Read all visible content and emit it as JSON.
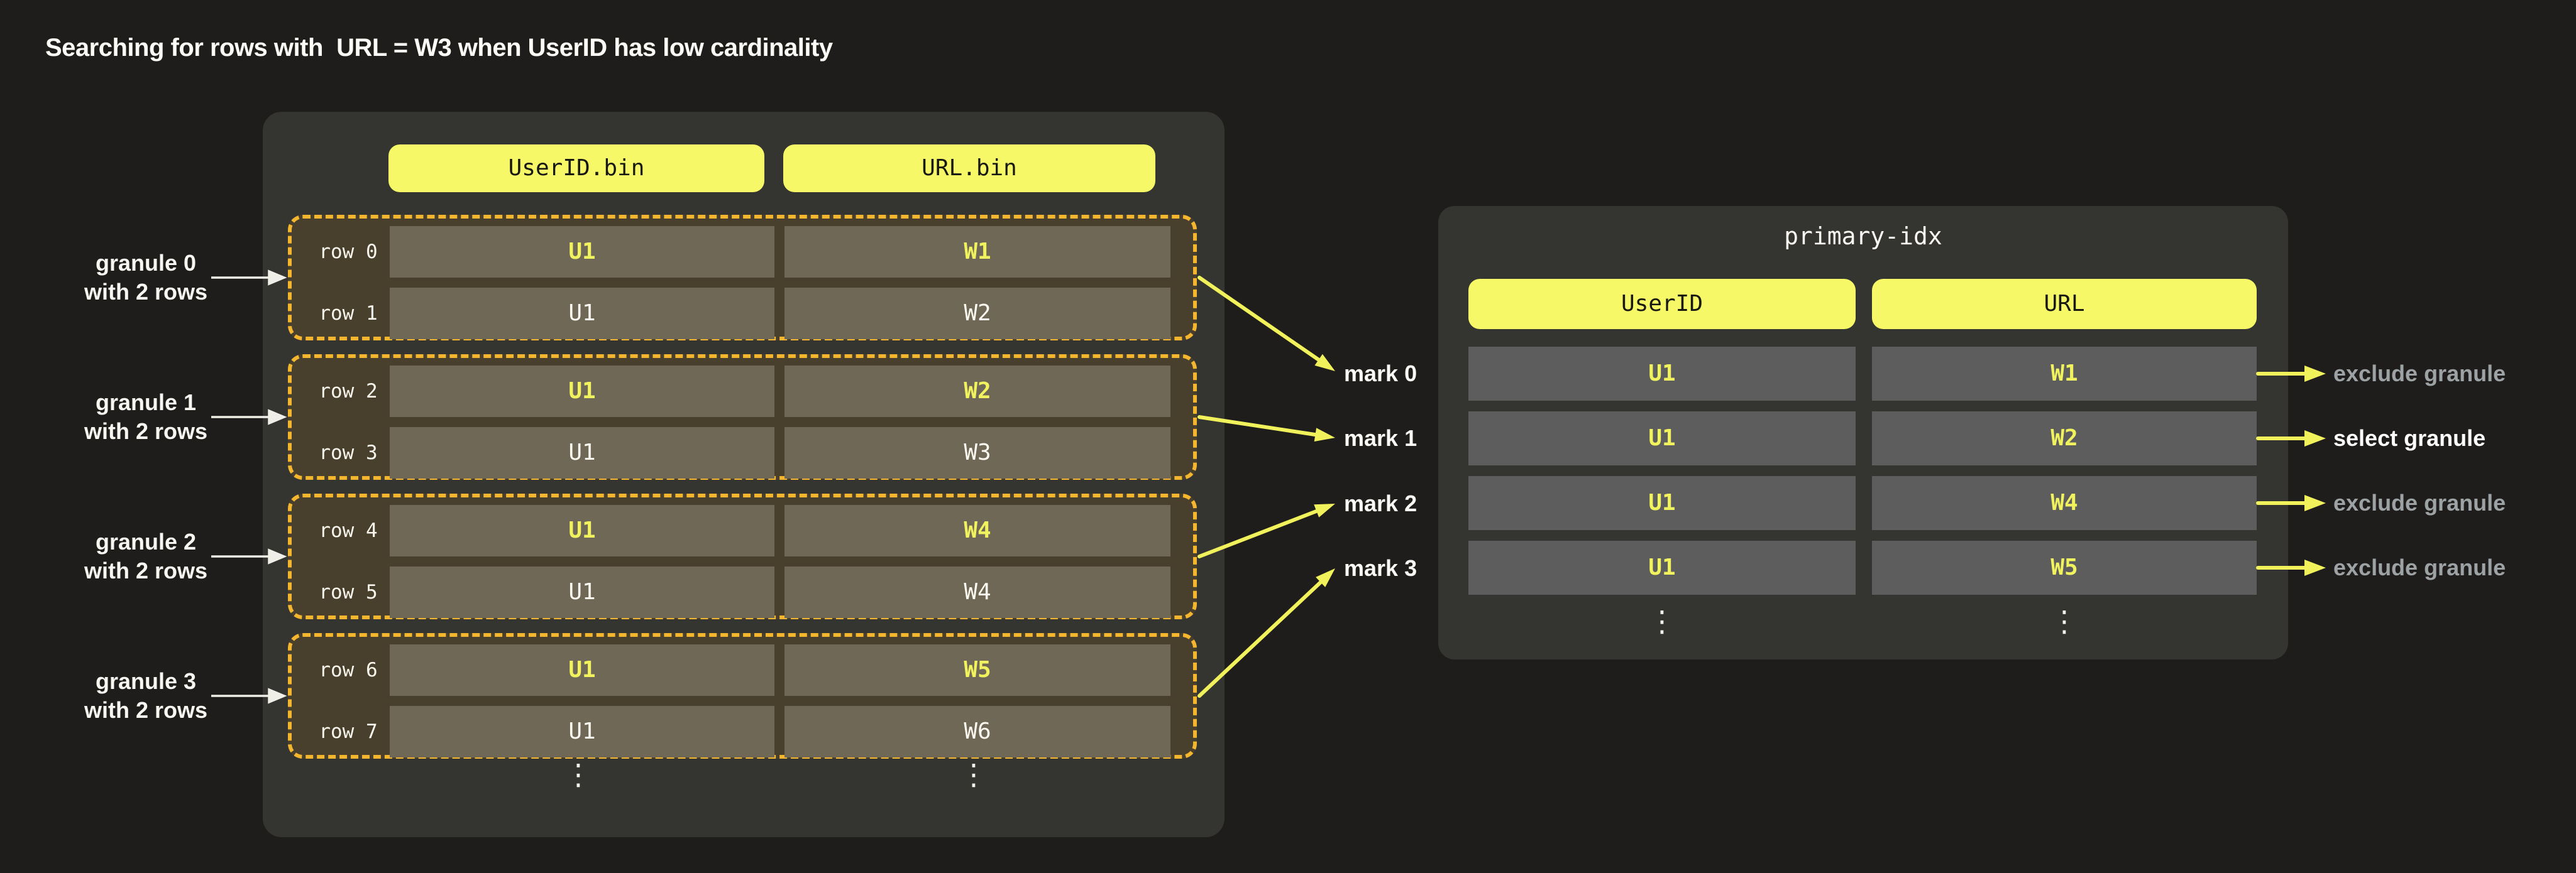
{
  "page": {
    "title": "Searching for rows with  URL = W3 when UserID has low cardinality"
  },
  "colors": {
    "background": "#1e1d1b",
    "panel": "#343431",
    "pill_yellow": "#f6f868",
    "granule_dash_orange": "#f4b52f",
    "granule_fill": "#483f2c",
    "left_cell_fill": "#6f6857",
    "index_cell_fill": "#5d5d5d",
    "highlight_yellow": "#f0f25e",
    "arrow_yellow": "#f1f25b",
    "muted_label_gray": "#9da2a5",
    "text_white": "#fcfbf6"
  },
  "left_table": {
    "columns": [
      "UserID.bin",
      "URL.bin"
    ],
    "granules": [
      {
        "label_line1": "granule 0",
        "label_line2": "with 2 rows",
        "rows": [
          {
            "name": "row 0",
            "user_id": "U1",
            "url": "W1",
            "highlight": true
          },
          {
            "name": "row 1",
            "user_id": "U1",
            "url": "W2",
            "highlight": false
          }
        ]
      },
      {
        "label_line1": "granule 1",
        "label_line2": "with 2 rows",
        "rows": [
          {
            "name": "row 2",
            "user_id": "U1",
            "url": "W2",
            "highlight": true
          },
          {
            "name": "row 3",
            "user_id": "U1",
            "url": "W3",
            "highlight": false
          }
        ]
      },
      {
        "label_line1": "granule 2",
        "label_line2": "with 2 rows",
        "rows": [
          {
            "name": "row 4",
            "user_id": "U1",
            "url": "W4",
            "highlight": true
          },
          {
            "name": "row 5",
            "user_id": "U1",
            "url": "W4",
            "highlight": false
          }
        ]
      },
      {
        "label_line1": "granule 3",
        "label_line2": "with 2 rows",
        "rows": [
          {
            "name": "row 6",
            "user_id": "U1",
            "url": "W5",
            "highlight": true
          },
          {
            "name": "row 7",
            "user_id": "U1",
            "url": "W6",
            "highlight": false
          }
        ]
      }
    ],
    "ellipsis": "⋮"
  },
  "marks": [
    "mark 0",
    "mark 1",
    "mark 2",
    "mark 3"
  ],
  "index_table": {
    "title": "primary-idx",
    "columns": [
      "UserID",
      "URL"
    ],
    "rows": [
      {
        "user_id": "U1",
        "url": "W1"
      },
      {
        "user_id": "U1",
        "url": "W2"
      },
      {
        "user_id": "U1",
        "url": "W4"
      },
      {
        "user_id": "U1",
        "url": "W5"
      }
    ],
    "ellipsis": "⋮"
  },
  "decisions": [
    {
      "label": "exclude granule",
      "selected": false
    },
    {
      "label": "select granule",
      "selected": true
    },
    {
      "label": "exclude granule",
      "selected": false
    },
    {
      "label": "exclude granule",
      "selected": false
    }
  ]
}
